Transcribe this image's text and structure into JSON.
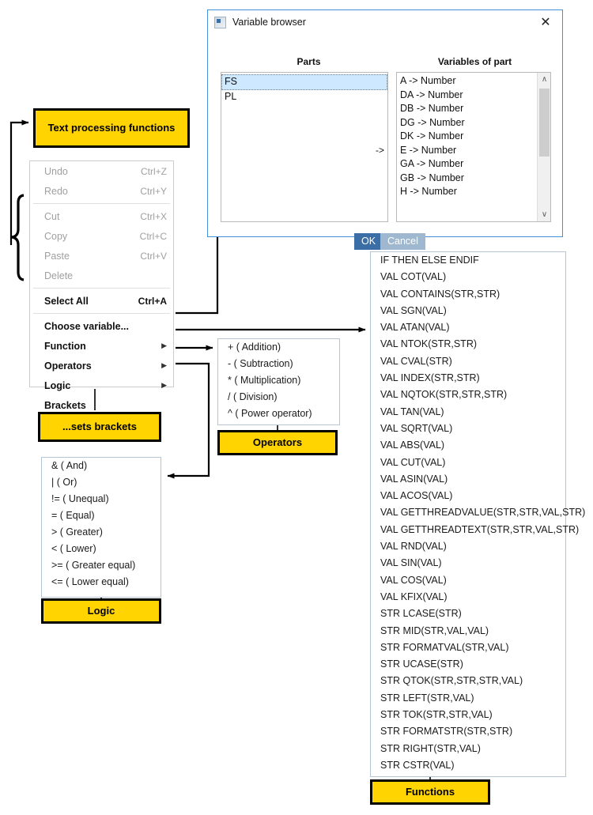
{
  "dialog": {
    "title": "Variable browser",
    "close_icon": "✕",
    "parts_header": "Parts",
    "variables_header": "Variables of part",
    "transfer_symbol": "->",
    "parts": [
      "FS",
      "PL"
    ],
    "selected_part": "FS",
    "variables": [
      "A -> Number",
      "DA -> Number",
      "DB -> Number",
      "DG -> Number",
      "DK -> Number",
      "E -> Number",
      "GA -> Number",
      "GB -> Number",
      "H -> Number"
    ],
    "scroll_up_icon": "∧",
    "scroll_down_icon": "∨",
    "ok_label": "OK",
    "cancel_label": "Cancel"
  },
  "context_menu": {
    "items": [
      {
        "label": "Undo",
        "accel": "Ctrl+Z",
        "enabled": false,
        "submenu": false
      },
      {
        "label": "Redo",
        "accel": "Ctrl+Y",
        "enabled": false,
        "submenu": false
      },
      {
        "separator": true
      },
      {
        "label": "Cut",
        "accel": "Ctrl+X",
        "enabled": false,
        "submenu": false
      },
      {
        "label": "Copy",
        "accel": "Ctrl+C",
        "enabled": false,
        "submenu": false
      },
      {
        "label": "Paste",
        "accel": "Ctrl+V",
        "enabled": false,
        "submenu": false
      },
      {
        "label": "Delete",
        "accel": "",
        "enabled": false,
        "submenu": false
      },
      {
        "separator": true
      },
      {
        "label": "Select All",
        "accel": "Ctrl+A",
        "enabled": true,
        "submenu": false
      },
      {
        "separator": true
      },
      {
        "label": "Choose variable...",
        "accel": "",
        "enabled": true,
        "submenu": false
      },
      {
        "label": "Function",
        "accel": "",
        "enabled": true,
        "submenu": true
      },
      {
        "label": "Operators",
        "accel": "",
        "enabled": true,
        "submenu": true
      },
      {
        "label": "Logic",
        "accel": "",
        "enabled": true,
        "submenu": true
      },
      {
        "label": "Brackets",
        "accel": "",
        "enabled": true,
        "submenu": false
      }
    ],
    "submenu_icon": "▶"
  },
  "operators_panel": {
    "items": [
      "+ ( Addition)",
      "- ( Subtraction)",
      "* ( Multiplication)",
      "/ ( Division)",
      "^ ( Power operator)"
    ]
  },
  "logic_panel": {
    "items": [
      "& ( And)",
      "| ( Or)",
      "!= ( Unequal)",
      "= ( Equal)",
      "> ( Greater)",
      "< ( Lower)",
      ">= ( Greater equal)",
      "<= ( Lower equal)"
    ]
  },
  "functions_panel": {
    "items": [
      "IF THEN ELSE ENDIF",
      "VAL COT(VAL)",
      "VAL CONTAINS(STR,STR)",
      "VAL SGN(VAL)",
      "VAL ATAN(VAL)",
      "VAL NTOK(STR,STR)",
      "VAL CVAL(STR)",
      "VAL INDEX(STR,STR)",
      "VAL NQTOK(STR,STR,STR)",
      "VAL TAN(VAL)",
      "VAL SQRT(VAL)",
      "VAL ABS(VAL)",
      "VAL CUT(VAL)",
      "VAL ASIN(VAL)",
      "VAL ACOS(VAL)",
      "VAL GETTHREADVALUE(STR,STR,VAL,STR)",
      "VAL GETTHREADTEXT(STR,STR,VAL,STR)",
      "VAL RND(VAL)",
      "VAL SIN(VAL)",
      "VAL COS(VAL)",
      "VAL KFIX(VAL)",
      "STR LCASE(STR)",
      "STR MID(STR,VAL,VAL)",
      "STR FORMATVAL(STR,VAL)",
      "STR UCASE(STR)",
      "STR QTOK(STR,STR,STR,VAL)",
      "STR LEFT(STR,VAL)",
      "STR TOK(STR,STR,VAL)",
      "STR FORMATSTR(STR,STR)",
      "STR RIGHT(STR,VAL)",
      "STR CSTR(VAL)"
    ]
  },
  "callouts": {
    "text_processing": "Text processing functions",
    "sets_brackets": "...sets brackets",
    "operators": "Operators",
    "logic": "Logic",
    "functions": "Functions"
  },
  "colors": {
    "callout_fill": "#FFD400",
    "callout_border": "#000000",
    "dialog_border": "#4a8fd4",
    "selection": "#cde8ff",
    "ok_button": "#3a6ea5",
    "cancel_button": "#9fb8cf"
  }
}
